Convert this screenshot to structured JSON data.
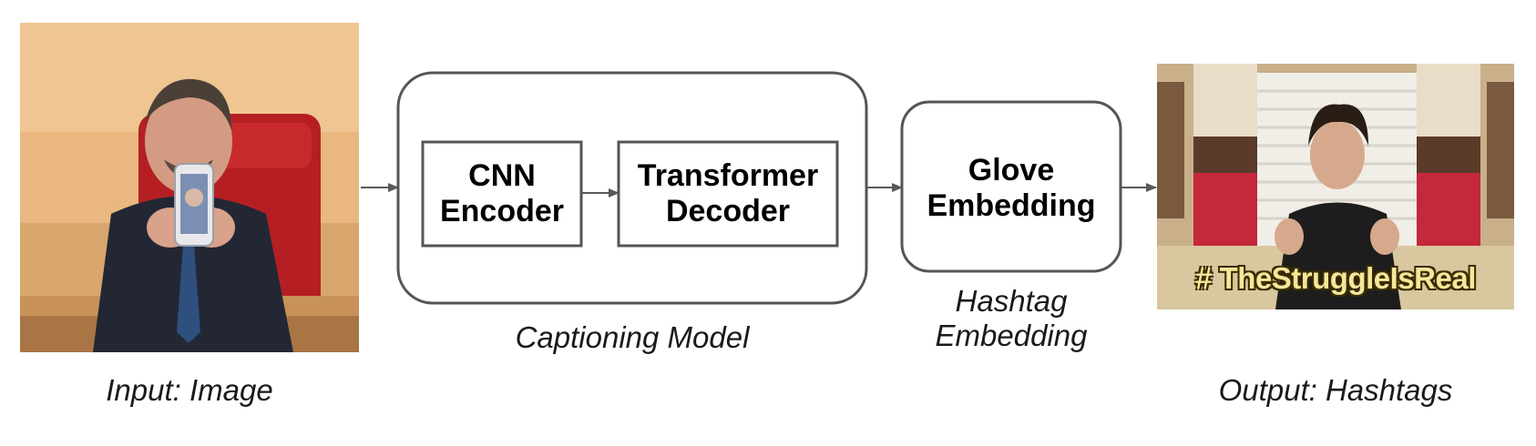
{
  "input": {
    "caption": "Input: Image",
    "image_desc": "man-holding-phone-photo"
  },
  "captioning_model": {
    "label": "Captioning Model",
    "encoder_label": "CNN\nEncoder",
    "decoder_label": "Transformer\nDecoder"
  },
  "hashtag_embedding": {
    "box_label": "Glove\nEmbedding",
    "label": "Hashtag\nEmbedding"
  },
  "output": {
    "caption": "Output: Hashtags",
    "hashtag_text": "# TheStruggleIsReal"
  },
  "colors": {
    "stroke": "#555555",
    "arrow": "#595959",
    "hashtag_fill": "#f5e79a",
    "hashtag_stroke": "#3a2c00"
  }
}
